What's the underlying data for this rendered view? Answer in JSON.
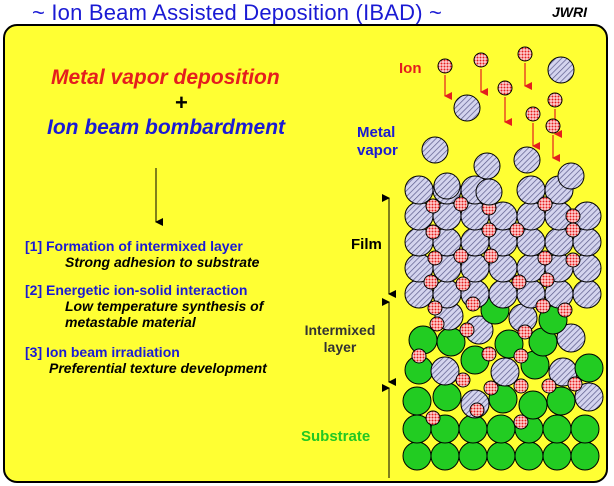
{
  "header": {
    "title": "~ Ion Beam Assisted Deposition (IBAD) ~",
    "credit": "JWRI"
  },
  "intro": {
    "line1": "Metal vapor deposition",
    "plus": "+",
    "line2": "Ion beam bombardment"
  },
  "effects": [
    {
      "heading": "[1] Formation of intermixed layer",
      "detail": [
        "Strong adhesion to substrate"
      ]
    },
    {
      "heading": "[2] Energetic ion-solid interaction",
      "detail": [
        "Low temperature synthesis of",
        "metastable material"
      ]
    },
    {
      "heading": "[3] Ion beam irradiation",
      "detail": [
        "Preferential texture development"
      ]
    }
  ],
  "labels": {
    "ion": "Ion",
    "metal_vapor": [
      "Metal",
      "vapor"
    ],
    "film": "Film",
    "intermixed": [
      "Intermixed",
      "layer"
    ],
    "substrate": "Substrate"
  },
  "colors": {
    "background": "#ffff33",
    "title": "#1a1ad4",
    "ion": "#e41e1e",
    "substrate_atom": "#22cc22",
    "metal_atom": "#c8c8e6"
  }
}
